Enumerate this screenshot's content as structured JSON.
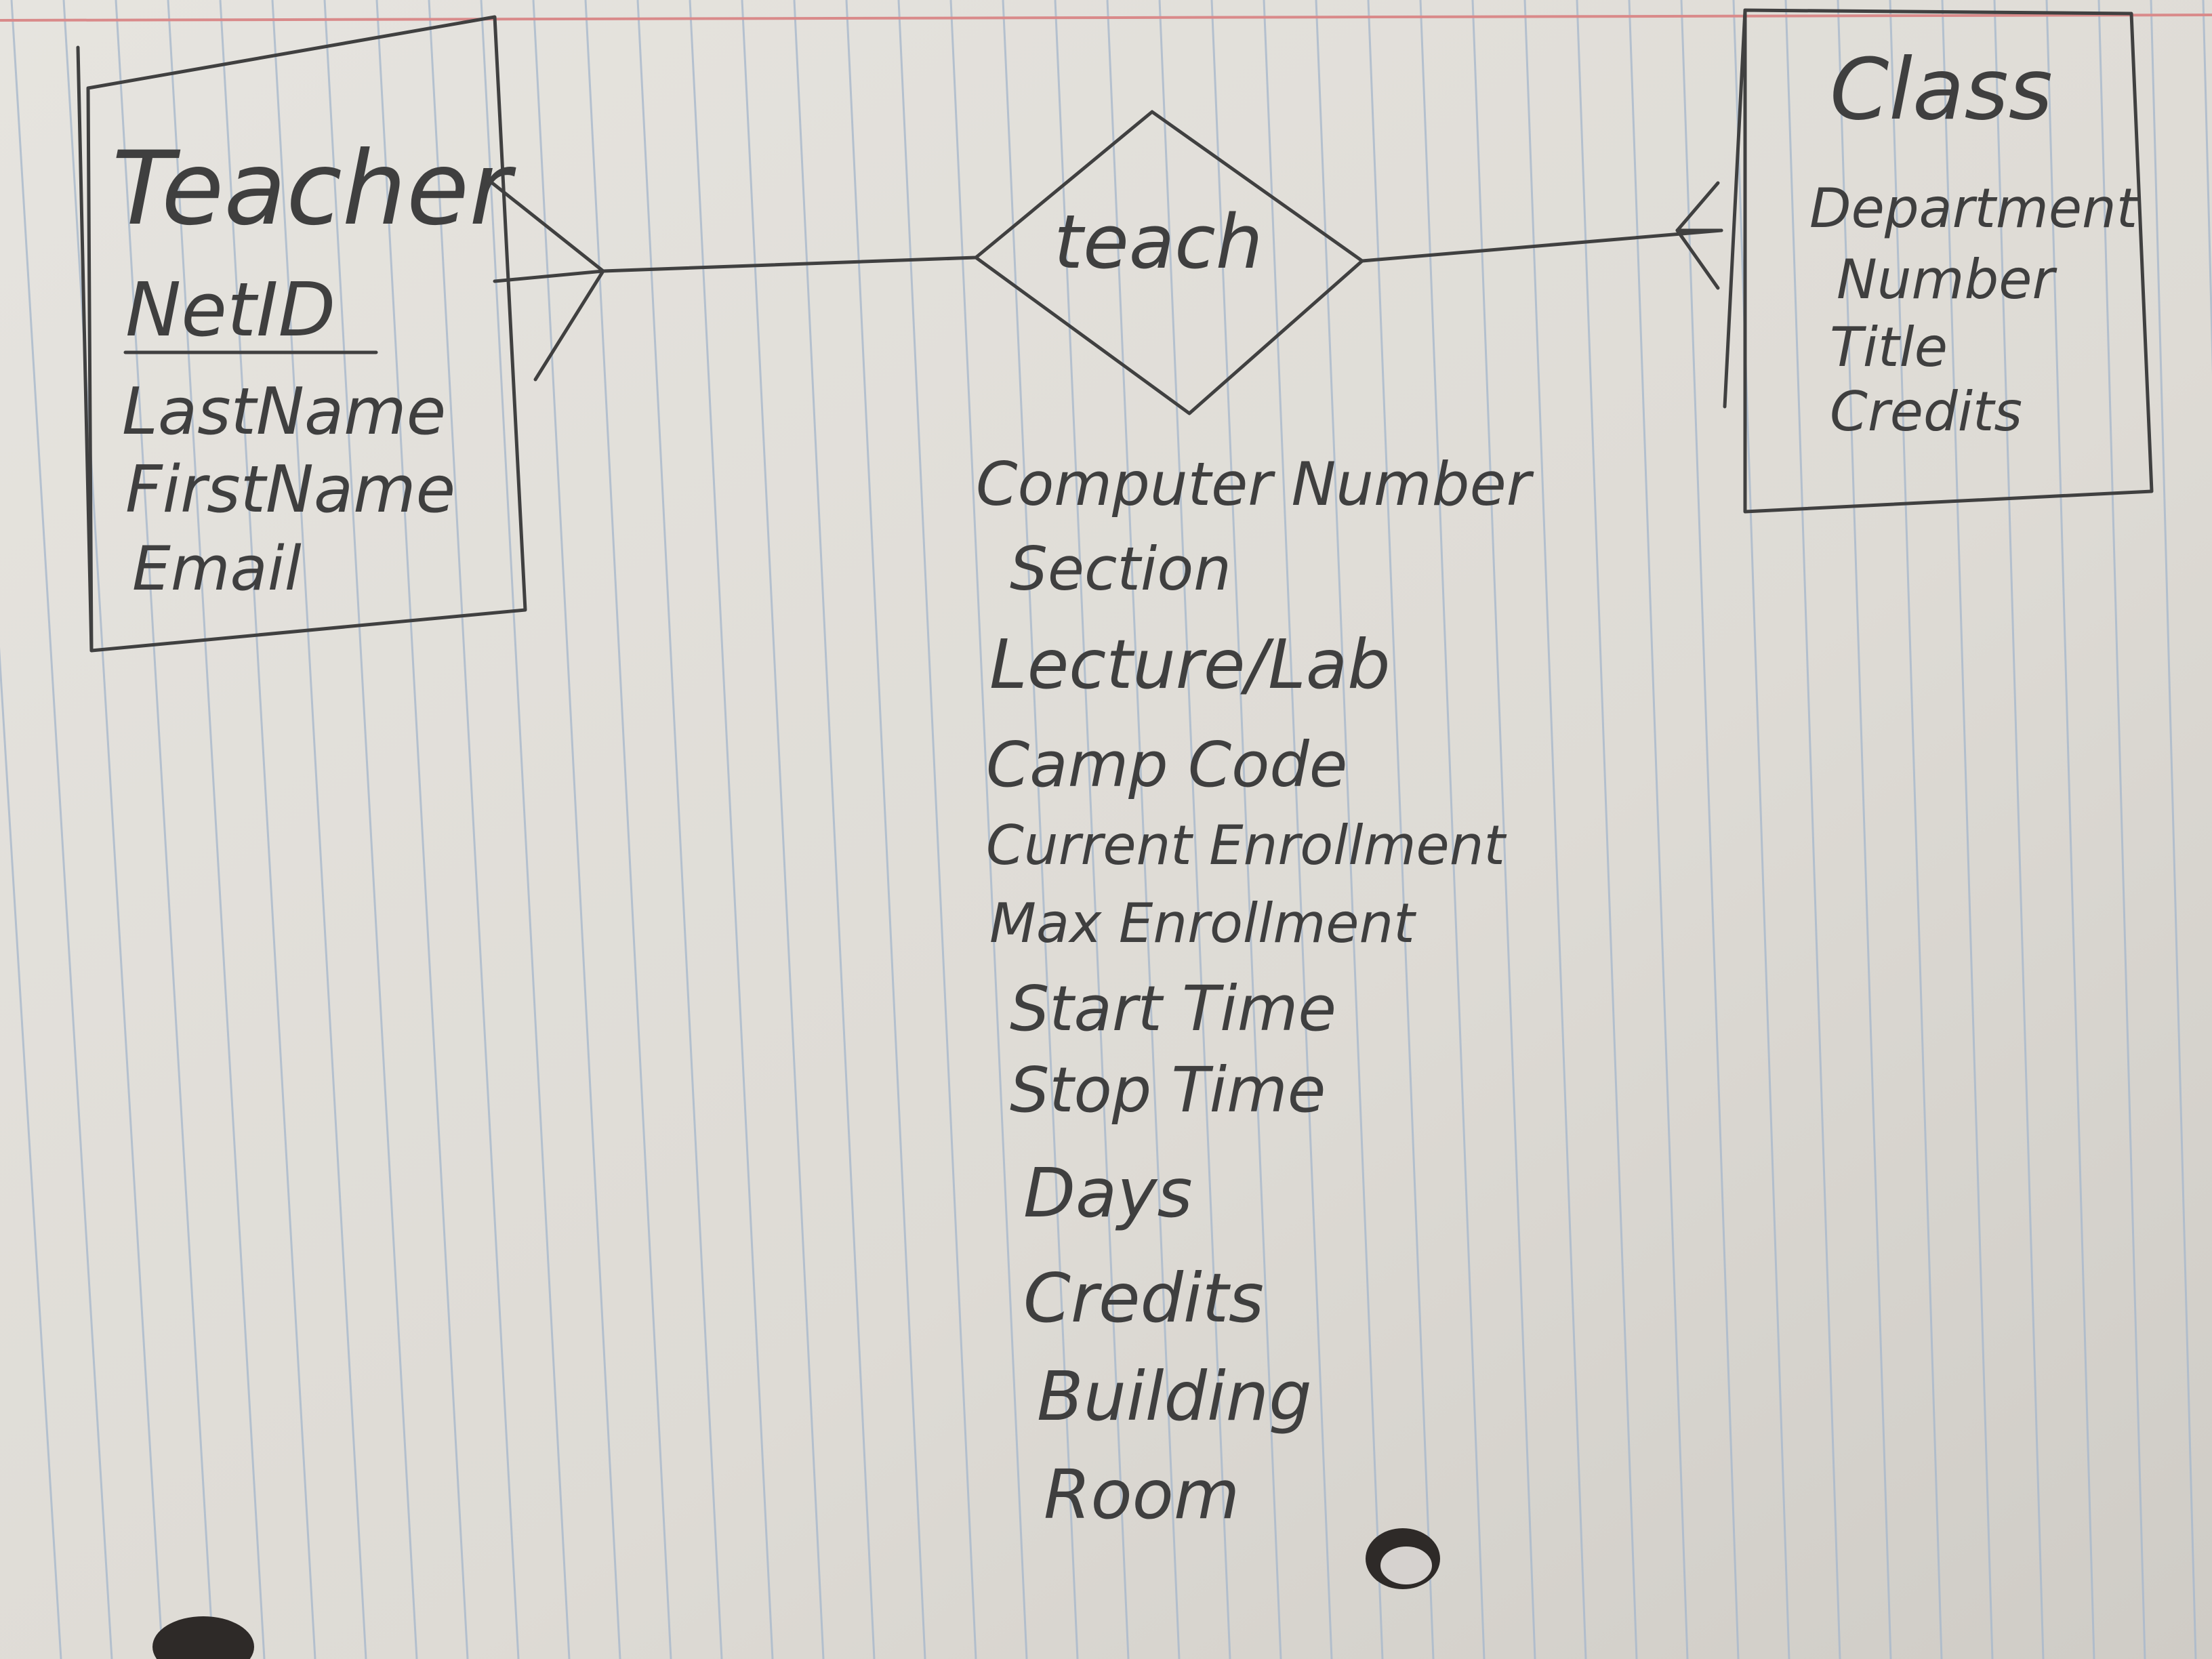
{
  "teacher": {
    "title": "Teacher",
    "primary_key": "NetID",
    "attributes": [
      "LastName",
      "FirstName",
      "Email"
    ]
  },
  "relationship": {
    "name": "teach",
    "attributes": [
      "Computer Number",
      "Section",
      "Lecture/Lab",
      "Camp Code",
      "Current Enrollment",
      "Max Enrollment",
      "Start Time",
      "Stop Time",
      "Days",
      "Credits",
      "Building",
      "Room"
    ]
  },
  "class": {
    "title": "Class",
    "attributes": [
      "Department",
      "Number",
      "Title",
      "Credits"
    ]
  },
  "colors": {
    "paper": "#e2e0db",
    "rule_line": "#a9b9cc",
    "margin_line": "#d98a8a",
    "ink": "#404040"
  }
}
